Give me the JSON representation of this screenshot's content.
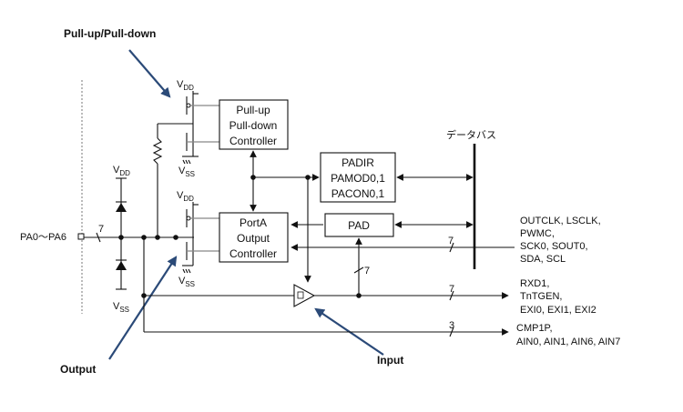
{
  "annotations": {
    "pull_up_down": "Pull-up/Pull-down",
    "output": "Output",
    "input": "Input"
  },
  "pin": {
    "label": "PA0～PA6",
    "bus_width": "7"
  },
  "supplies": {
    "vdd": "V",
    "vdd_sub": "DD",
    "vss": "V",
    "vss_sub": "SS"
  },
  "blocks": {
    "pull_controller": [
      "Pull-up",
      "Pull-down",
      "Controller"
    ],
    "output_controller": [
      "PortA",
      "Output",
      "Controller"
    ],
    "padir": [
      "PADIR",
      "PAMOD0,1",
      "PACON0,1"
    ],
    "pad": "PAD"
  },
  "data_bus": "データバス",
  "bus_widths": {
    "outclk": "7",
    "pad_down": "7",
    "rxd": "7",
    "cmp": "3"
  },
  "signals": {
    "outclk_group": [
      "OUTCLK, LSCLK,",
      "PWMC,",
      "SCK0, SOUT0,",
      "SDA, SCL"
    ],
    "rxd_group": [
      "RXD1,",
      "TnTGEN,",
      "EXI0, EXI1, EXI2"
    ],
    "cmp_group": [
      "CMP1P,",
      "AIN0, AIN1, AIN6, AIN7"
    ]
  }
}
